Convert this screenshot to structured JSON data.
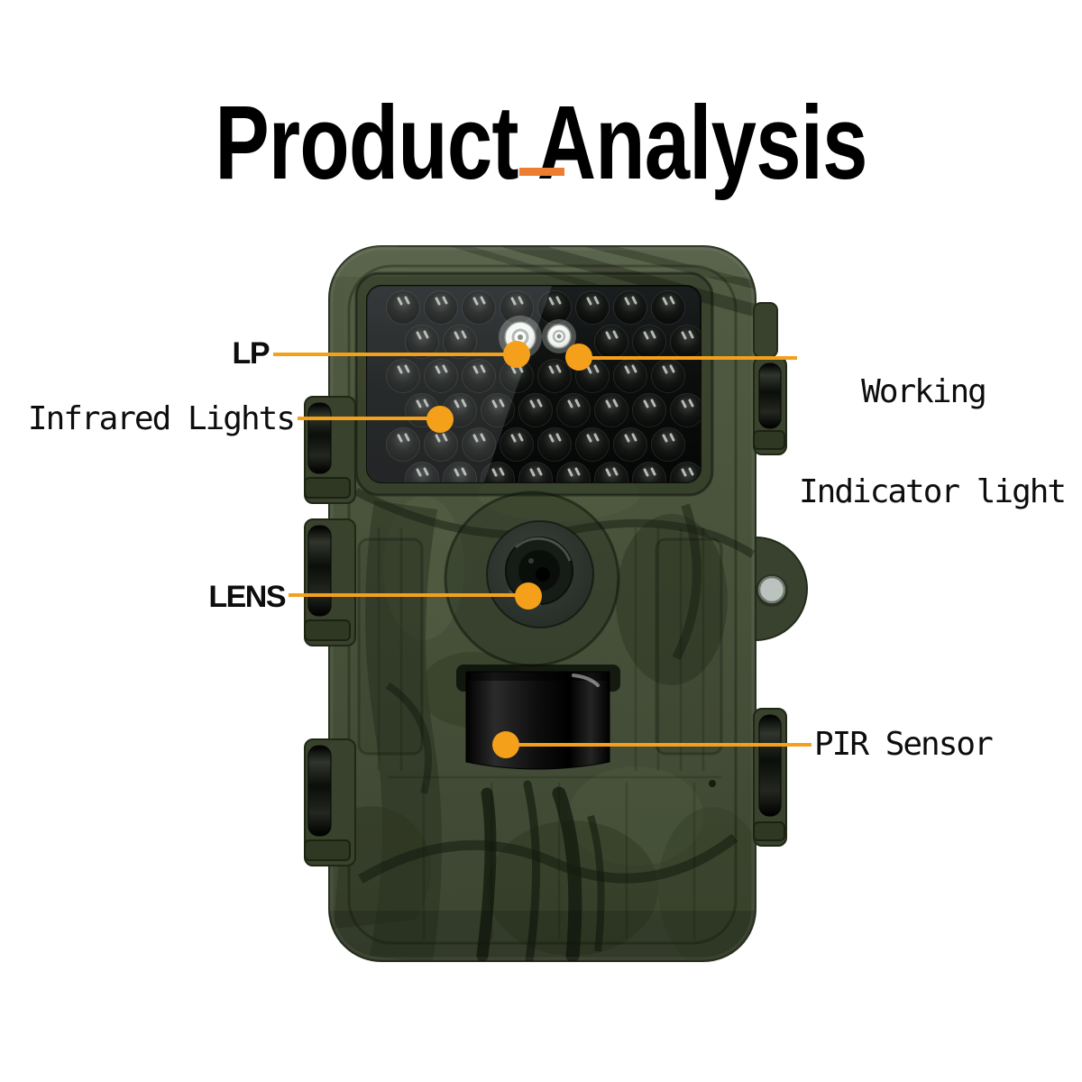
{
  "title": {
    "text": "Product Analysis"
  },
  "divider": {
    "color": "#ED7D31"
  },
  "accent": {
    "callout_color": "#F5A01B",
    "label_color": "#0D0D0D"
  },
  "callouts": [
    {
      "id": "lp",
      "label": "LP"
    },
    {
      "id": "working-indicator-light",
      "lines": [
        "Working",
        "Indicator light"
      ]
    },
    {
      "id": "infrared-lights",
      "label": "Infrared Lights"
    },
    {
      "id": "lens",
      "label": "LENS"
    },
    {
      "id": "pir-sensor",
      "label": "PIR Sensor"
    }
  ],
  "camera": {
    "type": "camouflage trail camera, front view",
    "body_color": "#47513A",
    "camo_dark_color": "#2B341F",
    "camo_branch_color": "#141A0E",
    "ir_panel_color": "#0B0D0C",
    "ir_led_grid": {
      "rows": 6,
      "cols": 8
    },
    "indicator_led_count": 2,
    "mount_pivot_color": "#BAC3BE"
  }
}
